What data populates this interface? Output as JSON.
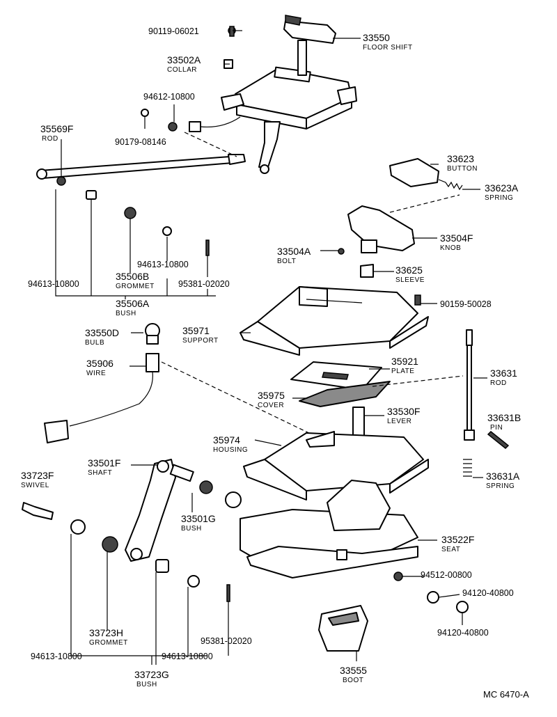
{
  "diagram": {
    "reference": "MC 6470-A",
    "callouts": {
      "p33550": {
        "number": "33550",
        "name": "FLOOR SHIFT"
      },
      "p33502a": {
        "number": "33502A",
        "name": "COLLAR"
      },
      "p90119": {
        "number": "90119-06021"
      },
      "p94612": {
        "number": "94612-10800"
      },
      "p90179": {
        "number": "90179-08146"
      },
      "p35569f": {
        "number": "35569F",
        "name": "ROD"
      },
      "p33623": {
        "number": "33623",
        "name": "BUTTON"
      },
      "p33623a": {
        "number": "33623A",
        "name": "SPRING"
      },
      "p33504f": {
        "number": "33504F",
        "name": "KNOB"
      },
      "p33504a": {
        "number": "33504A",
        "name": "BOLT"
      },
      "p33625": {
        "number": "33625",
        "name": "SLEEVE"
      },
      "p90159": {
        "number": "90159-50028"
      },
      "p94613a": {
        "number": "94613-10800"
      },
      "p35506b": {
        "number": "35506B",
        "name": "GROMMET"
      },
      "p94613b": {
        "number": "94613-10800"
      },
      "p95381a": {
        "number": "95381-02020"
      },
      "p35506a": {
        "number": "35506A",
        "name": "BUSH"
      },
      "p33550d": {
        "number": "33550D",
        "name": "BULB"
      },
      "p35971": {
        "number": "35971",
        "name": "SUPPORT"
      },
      "p35906": {
        "number": "35906",
        "name": "WIRE"
      },
      "p35921": {
        "number": "35921",
        "name": "PLATE"
      },
      "p35975": {
        "number": "35975",
        "name": "COVER"
      },
      "p33631": {
        "number": "33631",
        "name": "ROD"
      },
      "p33530f": {
        "number": "33530F",
        "name": "LEVER"
      },
      "p33631b": {
        "number": "33631B",
        "name": "PIN"
      },
      "p35974": {
        "number": "35974",
        "name": "HOUSING"
      },
      "p33501f": {
        "number": "33501F",
        "name": "SHAFT"
      },
      "p33723f": {
        "number": "33723F",
        "name": "SWIVEL"
      },
      "p33631a": {
        "number": "33631A",
        "name": "SPRING"
      },
      "p33501g": {
        "number": "33501G",
        "name": "BUSH"
      },
      "p33522f": {
        "number": "33522F",
        "name": "SEAT"
      },
      "p94512": {
        "number": "94512-00800"
      },
      "p94120a": {
        "number": "94120-40800"
      },
      "p94120b": {
        "number": "94120-40800"
      },
      "p33723h": {
        "number": "33723H",
        "name": "GROMMET"
      },
      "p95381b": {
        "number": "95381-02020"
      },
      "p94613c": {
        "number": "94613-10800"
      },
      "p94613d": {
        "number": "94613-10800"
      },
      "p33555": {
        "number": "33555",
        "name": "BOOT"
      },
      "p33723g": {
        "number": "33723G",
        "name": "BUSH"
      }
    }
  }
}
